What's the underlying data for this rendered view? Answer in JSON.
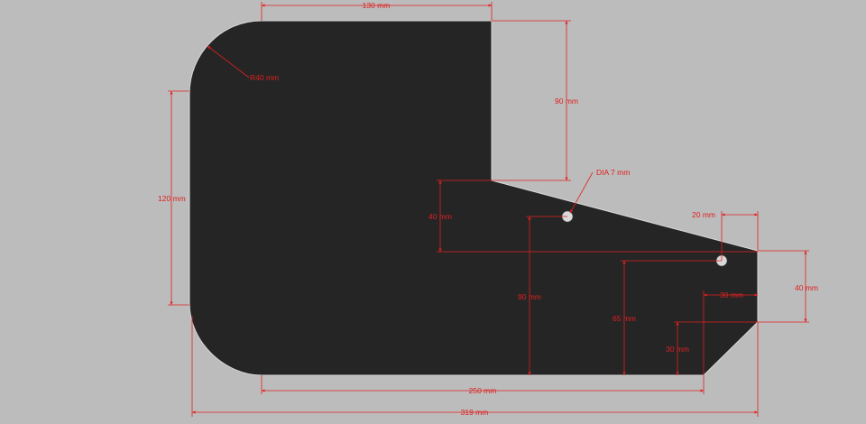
{
  "colors": {
    "background": "#bcbcbc",
    "part_fill": "#252525",
    "part_edge": "#d8d8d8",
    "hole_fill": "#d9d9d9",
    "dimension": "#e02020"
  },
  "dimensions": {
    "top_width": "130 mm",
    "corner_radius": "R40 mm",
    "upper_height": "90 mm",
    "left_height": "120 mm",
    "hole_diameter": "DIA 7 mm",
    "step_height": "40 mm",
    "hole_offset_right": "20 mm",
    "right_edge_height": "40 mm",
    "chamfer_width": "30 mm",
    "hole1_height": "90 mm",
    "hole2_height": "65 mm",
    "chamfer_height": "30 mm",
    "bottom_width": "250 mm",
    "overall_width": "319 mm"
  }
}
